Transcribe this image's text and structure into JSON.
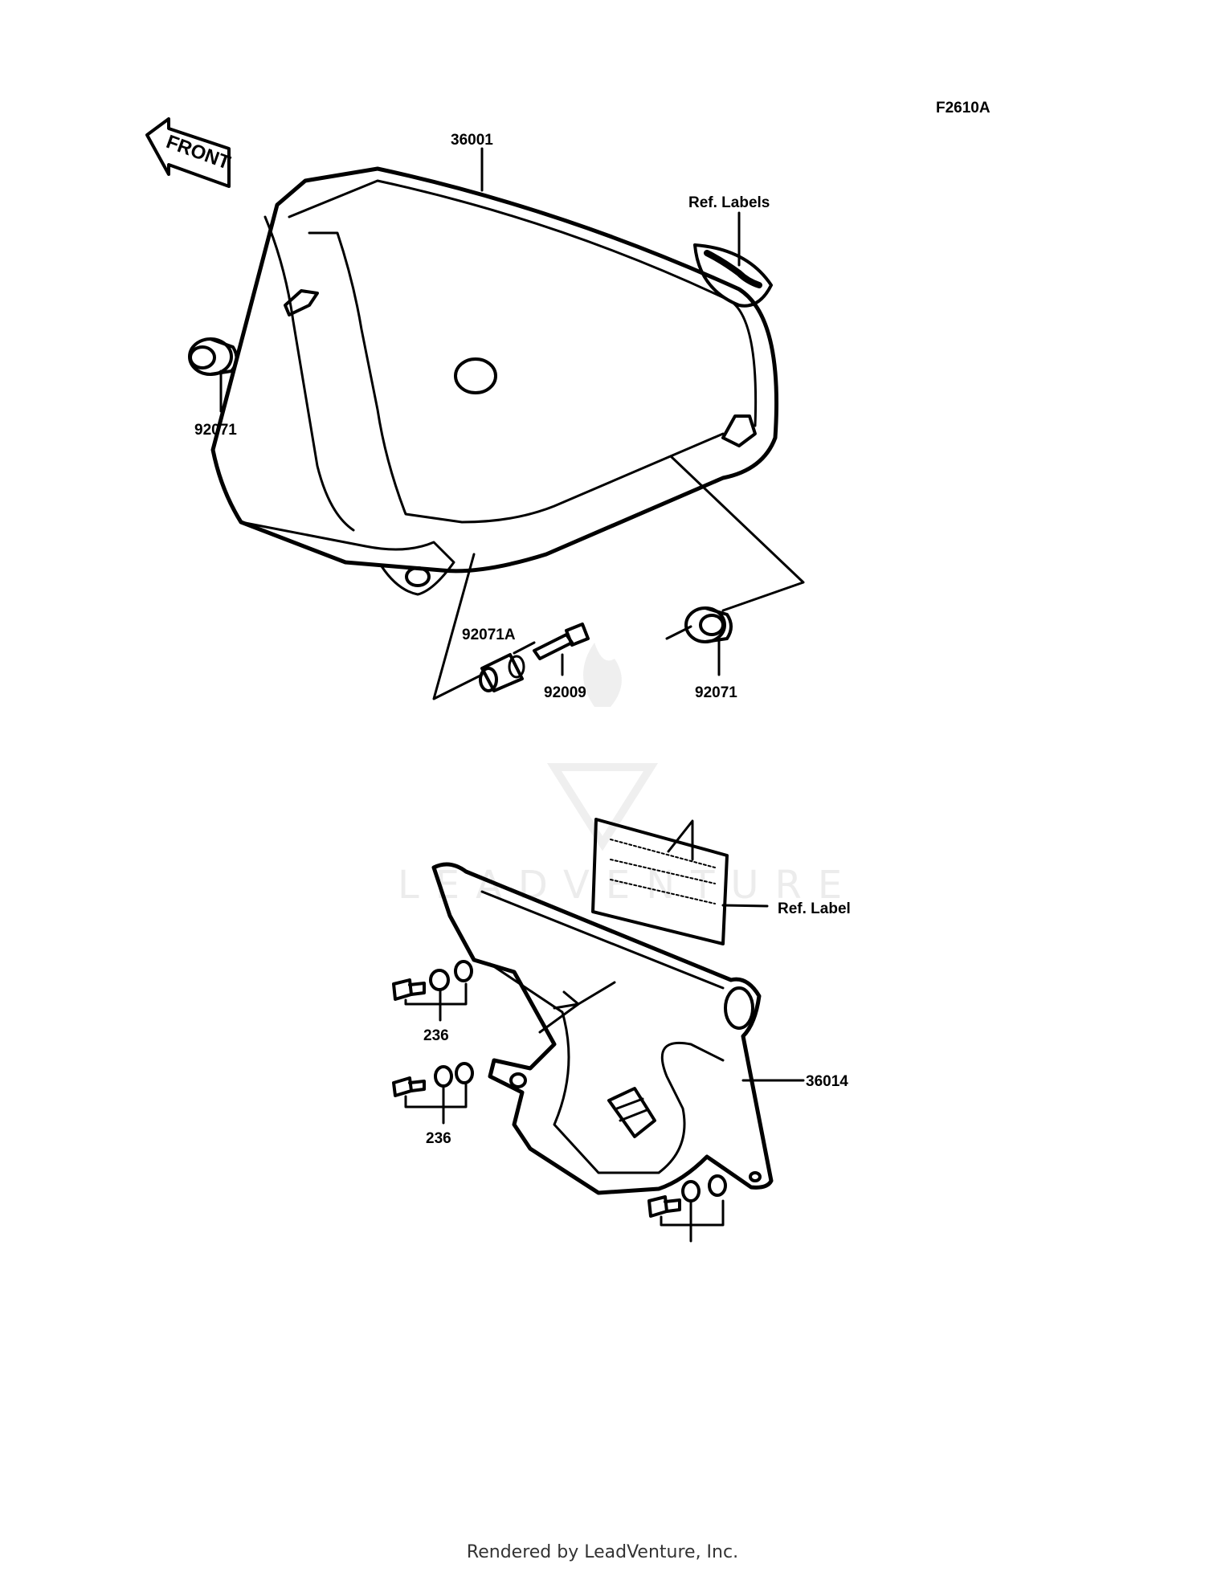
{
  "diagram": {
    "figure_code": "F2610A",
    "front_arrow_text": "FRONT",
    "watermark_text": "LEADVENTURE",
    "parts": {
      "side_cover": "36001",
      "ref_labels": "Ref. Labels",
      "grommet_upper_left": "92071",
      "grommet_lower_right": "92071",
      "damper": "92071A",
      "bolt": "92009",
      "ref_label": "Ref. Label",
      "chain_cover": "36014",
      "bolt_set_1": "236",
      "bolt_set_2": "236"
    }
  },
  "footer": {
    "text": "Rendered by LeadVenture, Inc."
  }
}
